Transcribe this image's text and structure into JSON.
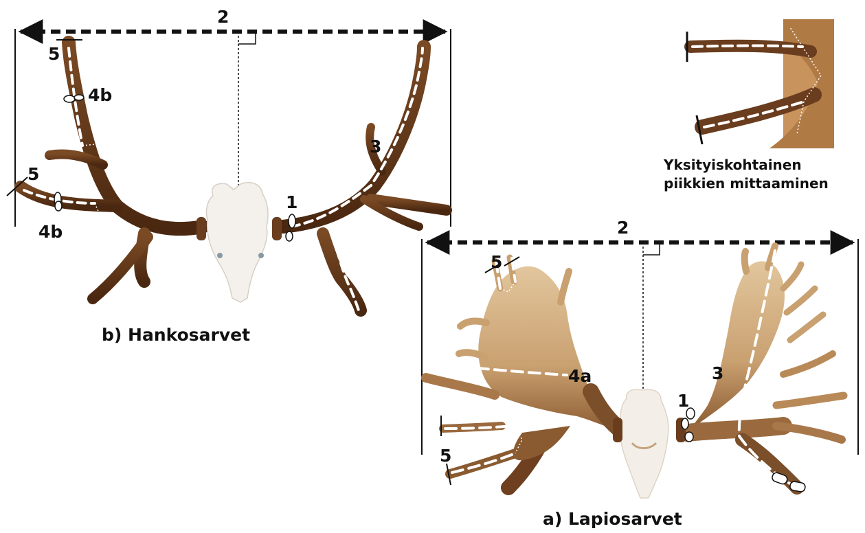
{
  "colors": {
    "dark_antler": "#5a3214",
    "mid_antler": "#6e4020",
    "palm_light": "#d8b98e",
    "palm_mid": "#b88a58",
    "palm_dark": "#7a4f2a",
    "skull": "#f3efe8",
    "line": "#111111",
    "measure_overlay": "#ffffff"
  },
  "diagram_b": {
    "caption": "b) Hankosarvet",
    "label_width": "2",
    "label_circumference": "1",
    "label_length": "3",
    "label_tine_circ_upper": "4b",
    "label_tine_circ_lower": "4b",
    "label_tine_upper": "5",
    "label_tine_lower": "5"
  },
  "diagram_a": {
    "caption": "a) Lapiosarvet",
    "label_width": "2",
    "label_circumference": "1",
    "label_length": "3",
    "label_palm_width": "4a",
    "label_tine_upper": "5",
    "label_tine_lower": "5"
  },
  "inset": {
    "caption_line1": "Yksityiskohtainen",
    "caption_line2": "piikkien mittaaminen"
  }
}
